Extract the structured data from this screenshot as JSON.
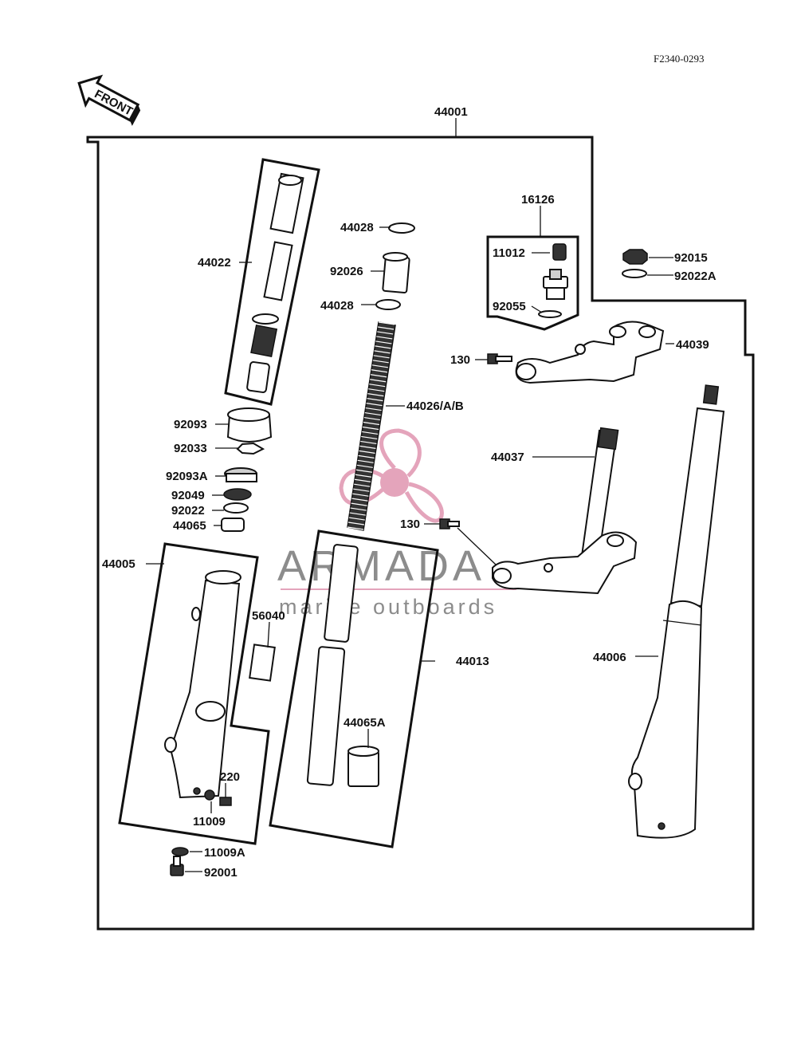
{
  "diagram_code": "F2340-0293",
  "front_label": "FRONT",
  "watermark": {
    "brand": "ARMADA",
    "tagline": "marine outboards",
    "accent_color": "#e4a4bb",
    "text_color": "#8c8c8c"
  },
  "part_labels": {
    "p44001": "44001",
    "p44022": "44022",
    "p44028a": "44028",
    "p92026": "92026",
    "p44028b": "44028",
    "p16126": "16126",
    "p11012": "11012",
    "p92055": "92055",
    "p92015": "92015",
    "p92022A": "92022A",
    "p44039": "44039",
    "p130a": "130",
    "p44026": "44026/A/B",
    "p92093": "92093",
    "p92033": "92033",
    "p92093A": "92093A",
    "p92049": "92049",
    "p92022": "92022",
    "p44065": "44065",
    "p44037": "44037",
    "p130b": "130",
    "p44005": "44005",
    "p56040": "56040",
    "p44013": "44013",
    "p44006": "44006",
    "p44065A": "44065A",
    "p220": "220",
    "p11009": "11009",
    "p11009A": "11009A",
    "p92001": "92001"
  }
}
